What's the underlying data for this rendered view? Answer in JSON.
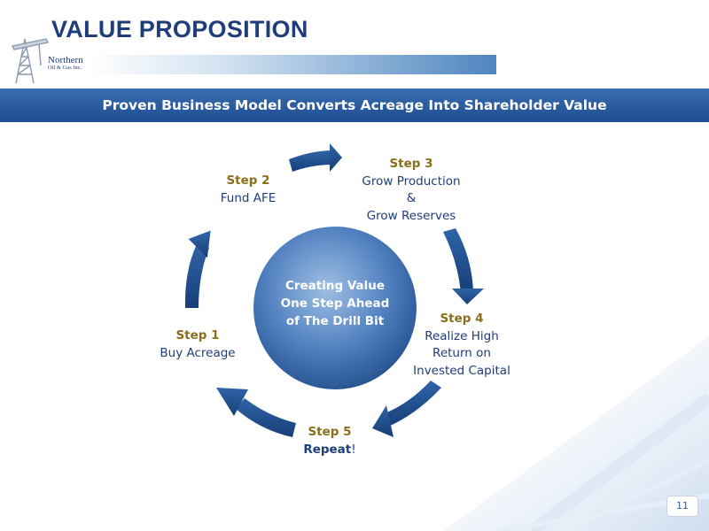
{
  "header": {
    "title": "VALUE PROPOSITION",
    "logo": {
      "name": "Northern",
      "subtitle": "Oil & Gas Inc."
    }
  },
  "banner": {
    "text": "Proven Business Model Converts Acreage Into Shareholder Value"
  },
  "center": {
    "lines": [
      "Creating Value",
      "One Step Ahead",
      "of The Drill Bit"
    ]
  },
  "steps": [
    {
      "label": "Step 1",
      "lines": [
        "Buy Acreage"
      ]
    },
    {
      "label": "Step 2",
      "lines": [
        "Fund AFE"
      ]
    },
    {
      "label": "Step 3",
      "lines": [
        "Grow Production",
        "&",
        "Grow Reserves"
      ]
    },
    {
      "label": "Step 4",
      "lines": [
        "Realize High",
        "Return on",
        "Invested Capital"
      ]
    },
    {
      "label": "Step 5",
      "bold": "Repeat",
      "suffix": "!"
    }
  ],
  "footer": {
    "page_number": "11"
  },
  "colors": {
    "title": "#1f3d7a",
    "banner": "#2a5ca0",
    "arrow": "#1f4e8c",
    "step_label": "#8a6e1a",
    "circle_light": "#8fb2dc",
    "circle_dark": "#1f4e8c"
  }
}
